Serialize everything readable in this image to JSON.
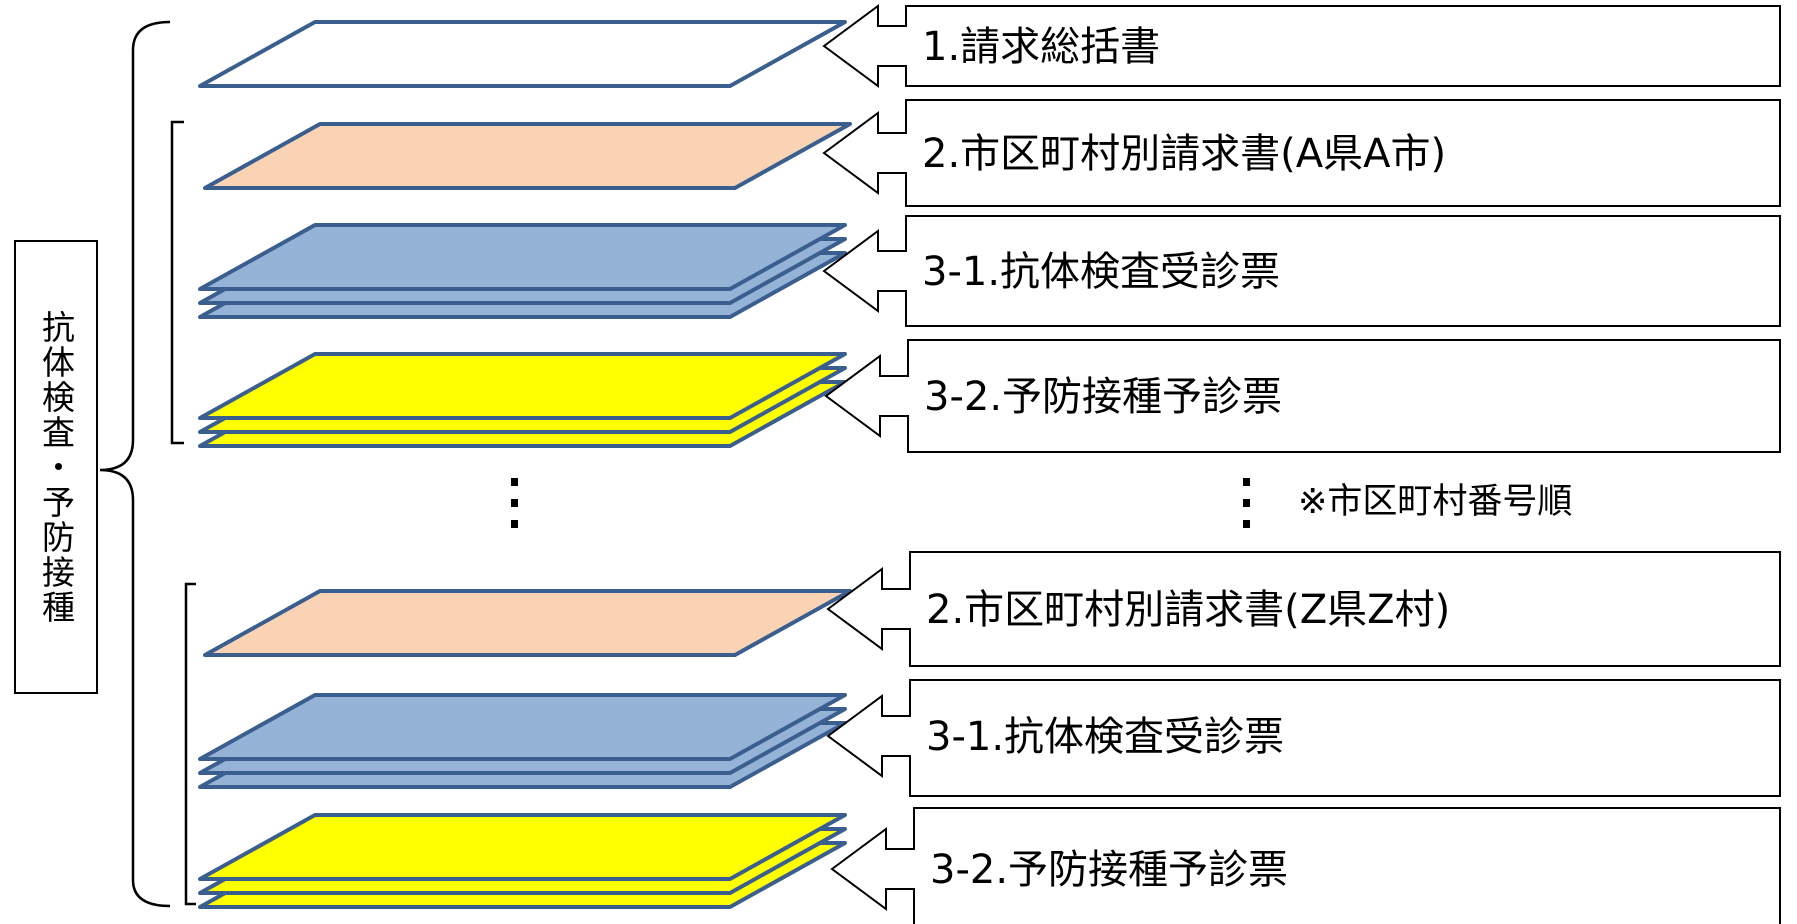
{
  "side_label": "抗体検査・予防接種",
  "rows": [
    {
      "label": "1.請求総括書",
      "sheet_color": "#ffffff",
      "stacked": false
    },
    {
      "label": "2.市区町村別請求書(A県A市)",
      "sheet_color": "#f9d3b4",
      "stacked": false
    },
    {
      "label": "3-1.抗体検査受診票",
      "sheet_color": "#95b3d7",
      "stacked": true
    },
    {
      "label": "3-2.予防接種予診票",
      "sheet_color": "#ffff00",
      "stacked": true
    },
    {
      "label": "2.市区町村別請求書(Z県Z村)",
      "sheet_color": "#f9d3b4",
      "stacked": false
    },
    {
      "label": "3-1.抗体検査受診票",
      "sheet_color": "#95b3d7",
      "stacked": true
    },
    {
      "label": "3-2.予防接種予診票",
      "sheet_color": "#ffff00",
      "stacked": true
    }
  ],
  "note": "※市区町村番号順"
}
